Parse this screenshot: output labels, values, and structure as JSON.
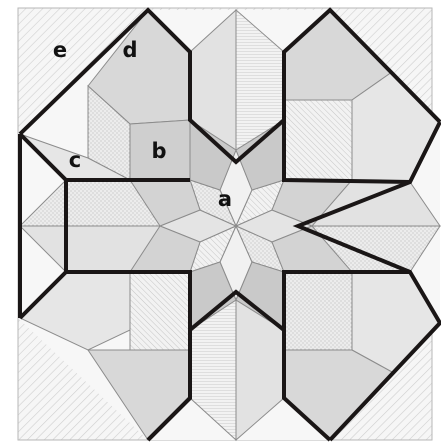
{
  "diagram": {
    "labels": [
      {
        "id": "a",
        "text": "a"
      },
      {
        "id": "b",
        "text": "b"
      },
      {
        "id": "c",
        "text": "c"
      },
      {
        "id": "d",
        "text": "d"
      },
      {
        "id": "e",
        "text": "e"
      }
    ]
  },
  "colors": {
    "background_square": "#f4f4f4",
    "corner_hatch": "#cfcfcf",
    "light_fill": "#f6f6f6",
    "medium_fill": "#d7d7d7",
    "dark_fill": "#bdbdbd",
    "dotted_fill": "#ebebeb",
    "seam_line": "#8c8c8c",
    "heavy_outline": "#1a1616"
  }
}
